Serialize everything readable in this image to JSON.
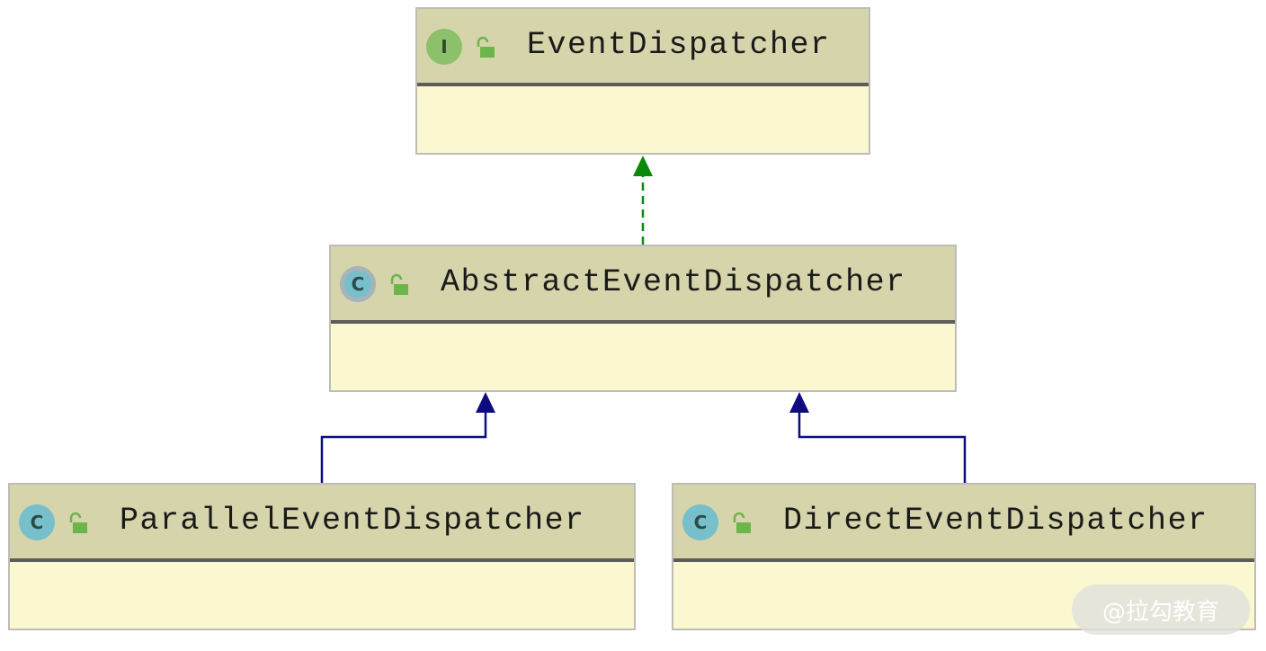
{
  "diagram": {
    "classes": {
      "event_dispatcher": {
        "name": "EventDispatcher",
        "kind": "interface",
        "kind_letter": "I",
        "visibility": "public"
      },
      "abstract_event_dispatcher": {
        "name": "AbstractEventDispatcher",
        "kind": "abstract-class",
        "kind_letter": "C",
        "visibility": "public"
      },
      "parallel_event_dispatcher": {
        "name": "ParallelEventDispatcher",
        "kind": "class",
        "kind_letter": "C",
        "visibility": "public"
      },
      "direct_event_dispatcher": {
        "name": "DirectEventDispatcher",
        "kind": "class",
        "kind_letter": "C",
        "visibility": "public"
      }
    },
    "relations": [
      {
        "from": "AbstractEventDispatcher",
        "to": "EventDispatcher",
        "type": "implements",
        "color": "#0a8a0a",
        "style": "dashed"
      },
      {
        "from": "ParallelEventDispatcher",
        "to": "AbstractEventDispatcher",
        "type": "extends",
        "color": "#0c0c80",
        "style": "solid"
      },
      {
        "from": "DirectEventDispatcher",
        "to": "AbstractEventDispatcher",
        "type": "extends",
        "color": "#0c0c80",
        "style": "solid"
      }
    ],
    "icons": {
      "interface_icon": "interface-icon",
      "class_icon": "class-icon",
      "abstract_class_icon": "abstract-class-icon",
      "visibility_icon": "public-lock-icon"
    },
    "colors": {
      "header": "#d6d4ab",
      "body": "#fbf8d1",
      "separator": "#5c5c58",
      "implements_arrow": "#0a8a0a",
      "extends_arrow": "#0c0c80"
    }
  },
  "watermark": {
    "text": "@拉勾教育"
  }
}
